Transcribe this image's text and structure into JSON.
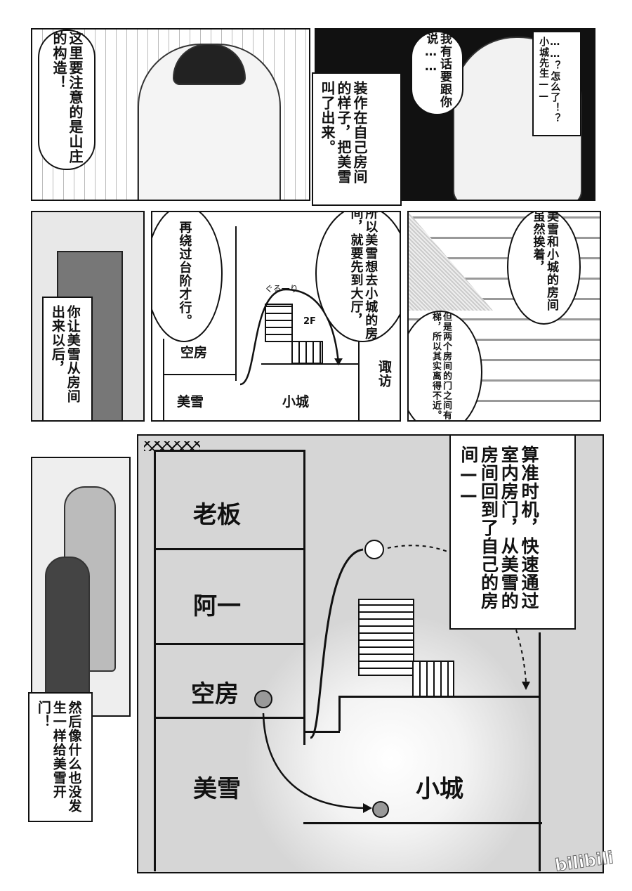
{
  "panels": {
    "p1": {
      "speech": "这里要注意的是山庄的构造！"
    },
    "p2": {
      "speech_left": "我有话要跟你说……",
      "speech_right": "……？怎么了！？小城先生——",
      "caption": "装作在自己房间的样子，把美雪叫了出来。"
    },
    "p3": {
      "caption": "你让美雪从房间出来以后，"
    },
    "p4": {
      "bubble_left": "再绕过台阶才行。",
      "bubble_right": "所以美雪想去小城的房间，就要先到大厅，",
      "sfx": "ぐる一り",
      "floor_marker": "2F",
      "rooms": [
        "空房",
        "美雪",
        "小城",
        "诹访"
      ]
    },
    "p5": {
      "bubble_top": "美雪和小城的房间虽然挨着，",
      "bubble_bottom": "但是两个房间的门之间有楼梯，所以其实离得不近。"
    },
    "p6": {
      "caption": "算准时机，快速通过室内房门，从美雪的房间回到了自己的房间——",
      "rooms": [
        "老板",
        "阿一",
        "空房",
        "美雪",
        "小城"
      ]
    },
    "p7": {
      "caption": "然后像什么也没发生一样给美雪开门！"
    },
    "watermark": "bilibili"
  }
}
